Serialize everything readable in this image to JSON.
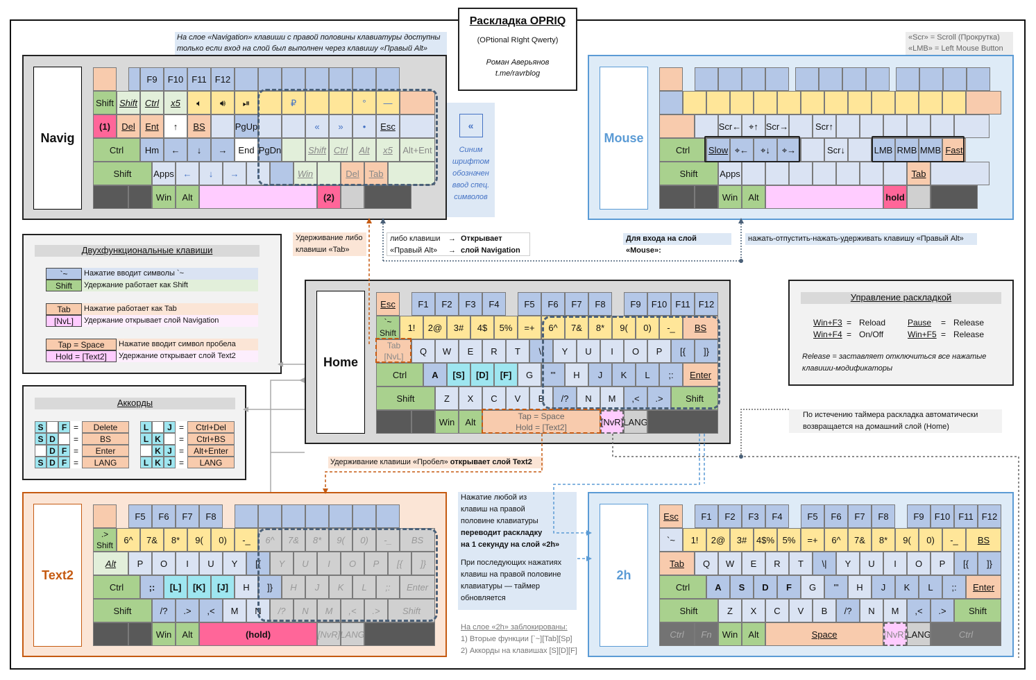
{
  "title": {
    "main": "Раскладка OPRIQ",
    "sub": "(OPtional RIght Qwerty)",
    "author": "Роман Аверьянов",
    "link": "t.me/ravrblog"
  },
  "navnote": {
    "l1": "На слое «Navigation» клавиши с правой половины клавиатуры доступны",
    "l2": "только если вход на слой был выполнен через клавишу «Правый Alt»"
  },
  "side_note": {
    "l1": "Синим",
    "l2": "шрифтом",
    "l3": "обозначен",
    "l4": "ввод спец.",
    "l5": "символов",
    "key": "«"
  },
  "mouse_note": {
    "l1": "«Scr» = Scroll (Прокрутка)",
    "l2": "«LMB» = Left Mouse Button"
  },
  "tab_note": {
    "l1": "Удерживание либо",
    "l2": "клавиши «Tab»"
  },
  "ralt_note": {
    "l1": "либо клавиши",
    "l2": "«Правый Alt»",
    "arrow": "→",
    "t1": "Открывает",
    "t2": "слой Navigation"
  },
  "mouse_enter": {
    "label": "Для входа на слой «Mouse»:",
    "text": "нажать-отпустить-нажать-удерживать клавишу «Правый Alt»"
  },
  "dual": {
    "title": "Двухфункциональные клавиши",
    "rows": [
      {
        "key": "`~",
        "text": "Нажатие вводит символы `~"
      },
      {
        "key": "Shift",
        "text": "Удержание работает как Shift"
      },
      {
        "key": "Tab",
        "text": "Нажатие работает как Tab"
      },
      {
        "key": "[NvL]",
        "text": "Удержание открывает слой Navigation"
      },
      {
        "key": "Tap = Space",
        "text": "Нажатие вводит символ пробела"
      },
      {
        "key": "Hold = [Text2]",
        "text": "Удержание открывает слой Text2"
      }
    ]
  },
  "chords": {
    "title": "Аккорды",
    "left": [
      {
        "k": [
          "S",
          "",
          "F"
        ],
        "v": "Delete"
      },
      {
        "k": [
          "S",
          "D",
          ""
        ],
        "v": "BS"
      },
      {
        "k": [
          "",
          "D",
          "F"
        ],
        "v": "Enter"
      },
      {
        "k": [
          "S",
          "D",
          "F"
        ],
        "v": "LANG"
      }
    ],
    "right": [
      {
        "k": [
          "L",
          "",
          "J"
        ],
        "v": "Ctrl+Del"
      },
      {
        "k": [
          "L",
          "K",
          ""
        ],
        "v": "Ctrl+BS"
      },
      {
        "k": [
          "",
          "K",
          "J"
        ],
        "v": "Alt+Enter"
      },
      {
        "k": [
          "L",
          "K",
          "J"
        ],
        "v": "LANG"
      }
    ],
    "eq": "="
  },
  "control": {
    "title": "Управление раскладкой",
    "items": [
      {
        "k": "Win+F3",
        "v": "Reload"
      },
      {
        "k": "Win+F4",
        "v": "On/Off"
      },
      {
        "k": "Pause",
        "v": "Release"
      },
      {
        "k": "Win+F5",
        "v": "Release"
      }
    ],
    "eq": "=",
    "note1": "Release = заставляет отключиться все нажатые",
    "note2": "клавиши-модификаторы"
  },
  "timer_note": {
    "l1": "По истечению таймера раскладка автоматически",
    "l2": "возвращается на домашний слой (Home)"
  },
  "space_note": {
    "a": "Удерживание клавиши «Пробел»",
    "b": "открывает слой Text2"
  },
  "h2_note": {
    "l1": "Нажатие любой из",
    "l2": "клавиш на правой",
    "l3": "половине клавиатуры",
    "l4": "переводит раскладку",
    "l5": "на 1 секунду на слой «2h»",
    "l6": "При последующих нажатиях",
    "l7": "клавиш на правой половине",
    "l8": "клавиатуры — таймер",
    "l9": "обновляется"
  },
  "blocked": {
    "title": "На слое «2h» заблокированы:",
    "l1": "1) Вторые функции [`~][Tab][Sp]",
    "l2": "2) Аккорды на клавишах [S][D][F]"
  },
  "layers": {
    "navig": "Navig",
    "mouse": "Mouse",
    "home": "Home",
    "text2": "Text2",
    "h2": "2h"
  },
  "colors": {
    "orange": "#f8cbad",
    "green": "#a9d18e",
    "blue": "#b4c7e7",
    "lightblue": "#dae3f3",
    "yellow": "#ffe699",
    "pink": "#ff6699",
    "lilac": "#ffccff",
    "dark": "#595959",
    "grey": "#d0d0d0",
    "text2": "#c55a11",
    "mousecol": "#5b9bd5"
  }
}
